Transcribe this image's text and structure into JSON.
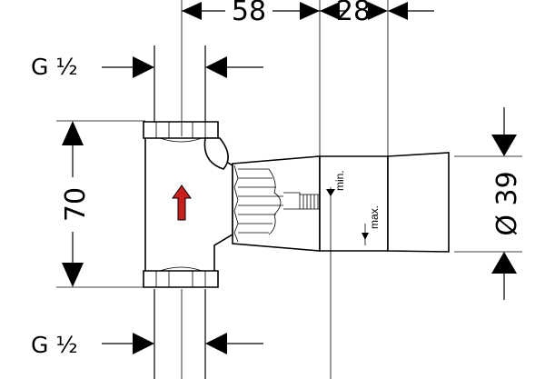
{
  "dimensions": {
    "top_left": "58",
    "top_right": "28",
    "thread_top": "G ½",
    "thread_bottom": "G ½",
    "height": "70",
    "diameter": "Ø 39"
  },
  "labels": {
    "min": "min.",
    "max": "max."
  },
  "colors": {
    "flow_arrow": "#c81e1e",
    "lines": "#000000"
  },
  "icons": {
    "flow": "flow-direction-arrow-icon"
  }
}
